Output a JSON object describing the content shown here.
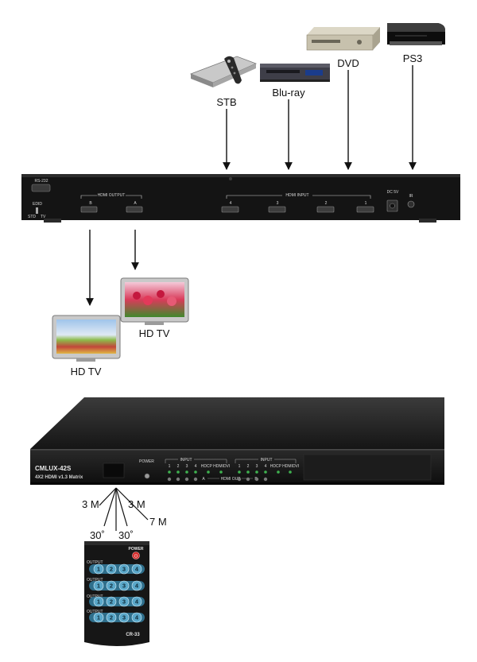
{
  "sources": {
    "stb": "STB",
    "bluray": "Blu-ray",
    "dvd": "DVD",
    "ps3": "PS3"
  },
  "rear_panel": {
    "rs232": "RS-232",
    "edid": "EDID",
    "std": "STD",
    "tv": "TV",
    "hdmi_output": "HDMI OUTPUT",
    "output_b": "B",
    "output_a": "A",
    "hdmi_input": "HDMI INPUT",
    "inputs": [
      "4",
      "3",
      "2",
      "1"
    ],
    "dc": "DC 5V",
    "ir": "IR"
  },
  "displays": {
    "tv_b": "HD TV",
    "tv_a": "HD TV"
  },
  "front_panel": {
    "model": "CMLUX-42S",
    "subtitle": "4X2 HDMI v1.3 Matrix",
    "power": "POWER",
    "input": "INPUT",
    "hdcp": "HDCP HDMIDVI",
    "hdmi_out": "HDMI OUT",
    "a": "A",
    "b": "B",
    "nums": [
      "1",
      "2",
      "3",
      "4"
    ]
  },
  "ir_range": {
    "left": "3 M",
    "right": "3 M",
    "center": "7 M",
    "angle_left": "30˚",
    "angle_right": "30˚"
  },
  "remote": {
    "power": "POWER",
    "output": "OUTPUT",
    "model": "CR-33",
    "nums": [
      "1",
      "2",
      "3",
      "4"
    ]
  },
  "colors": {
    "arrow": "#111111",
    "chassis": "#1b1b1b",
    "remote_button": "#5aa7c9",
    "power_button": "#d42a2a",
    "led": "#3fb34f"
  }
}
